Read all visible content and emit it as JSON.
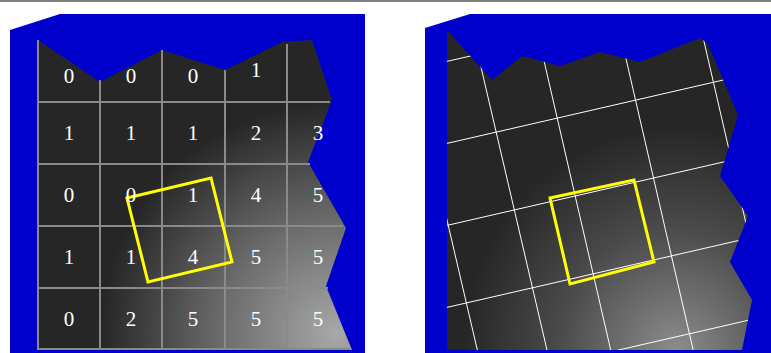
{
  "diagram": {
    "labels": [
      "0",
      "0",
      "0",
      "1",
      "1",
      "1",
      "1",
      "2",
      "3",
      "0",
      "0",
      "1",
      "4",
      "5",
      "1",
      "1",
      "4",
      "5",
      "5",
      "0",
      "2",
      "5",
      "5",
      "5"
    ]
  }
}
